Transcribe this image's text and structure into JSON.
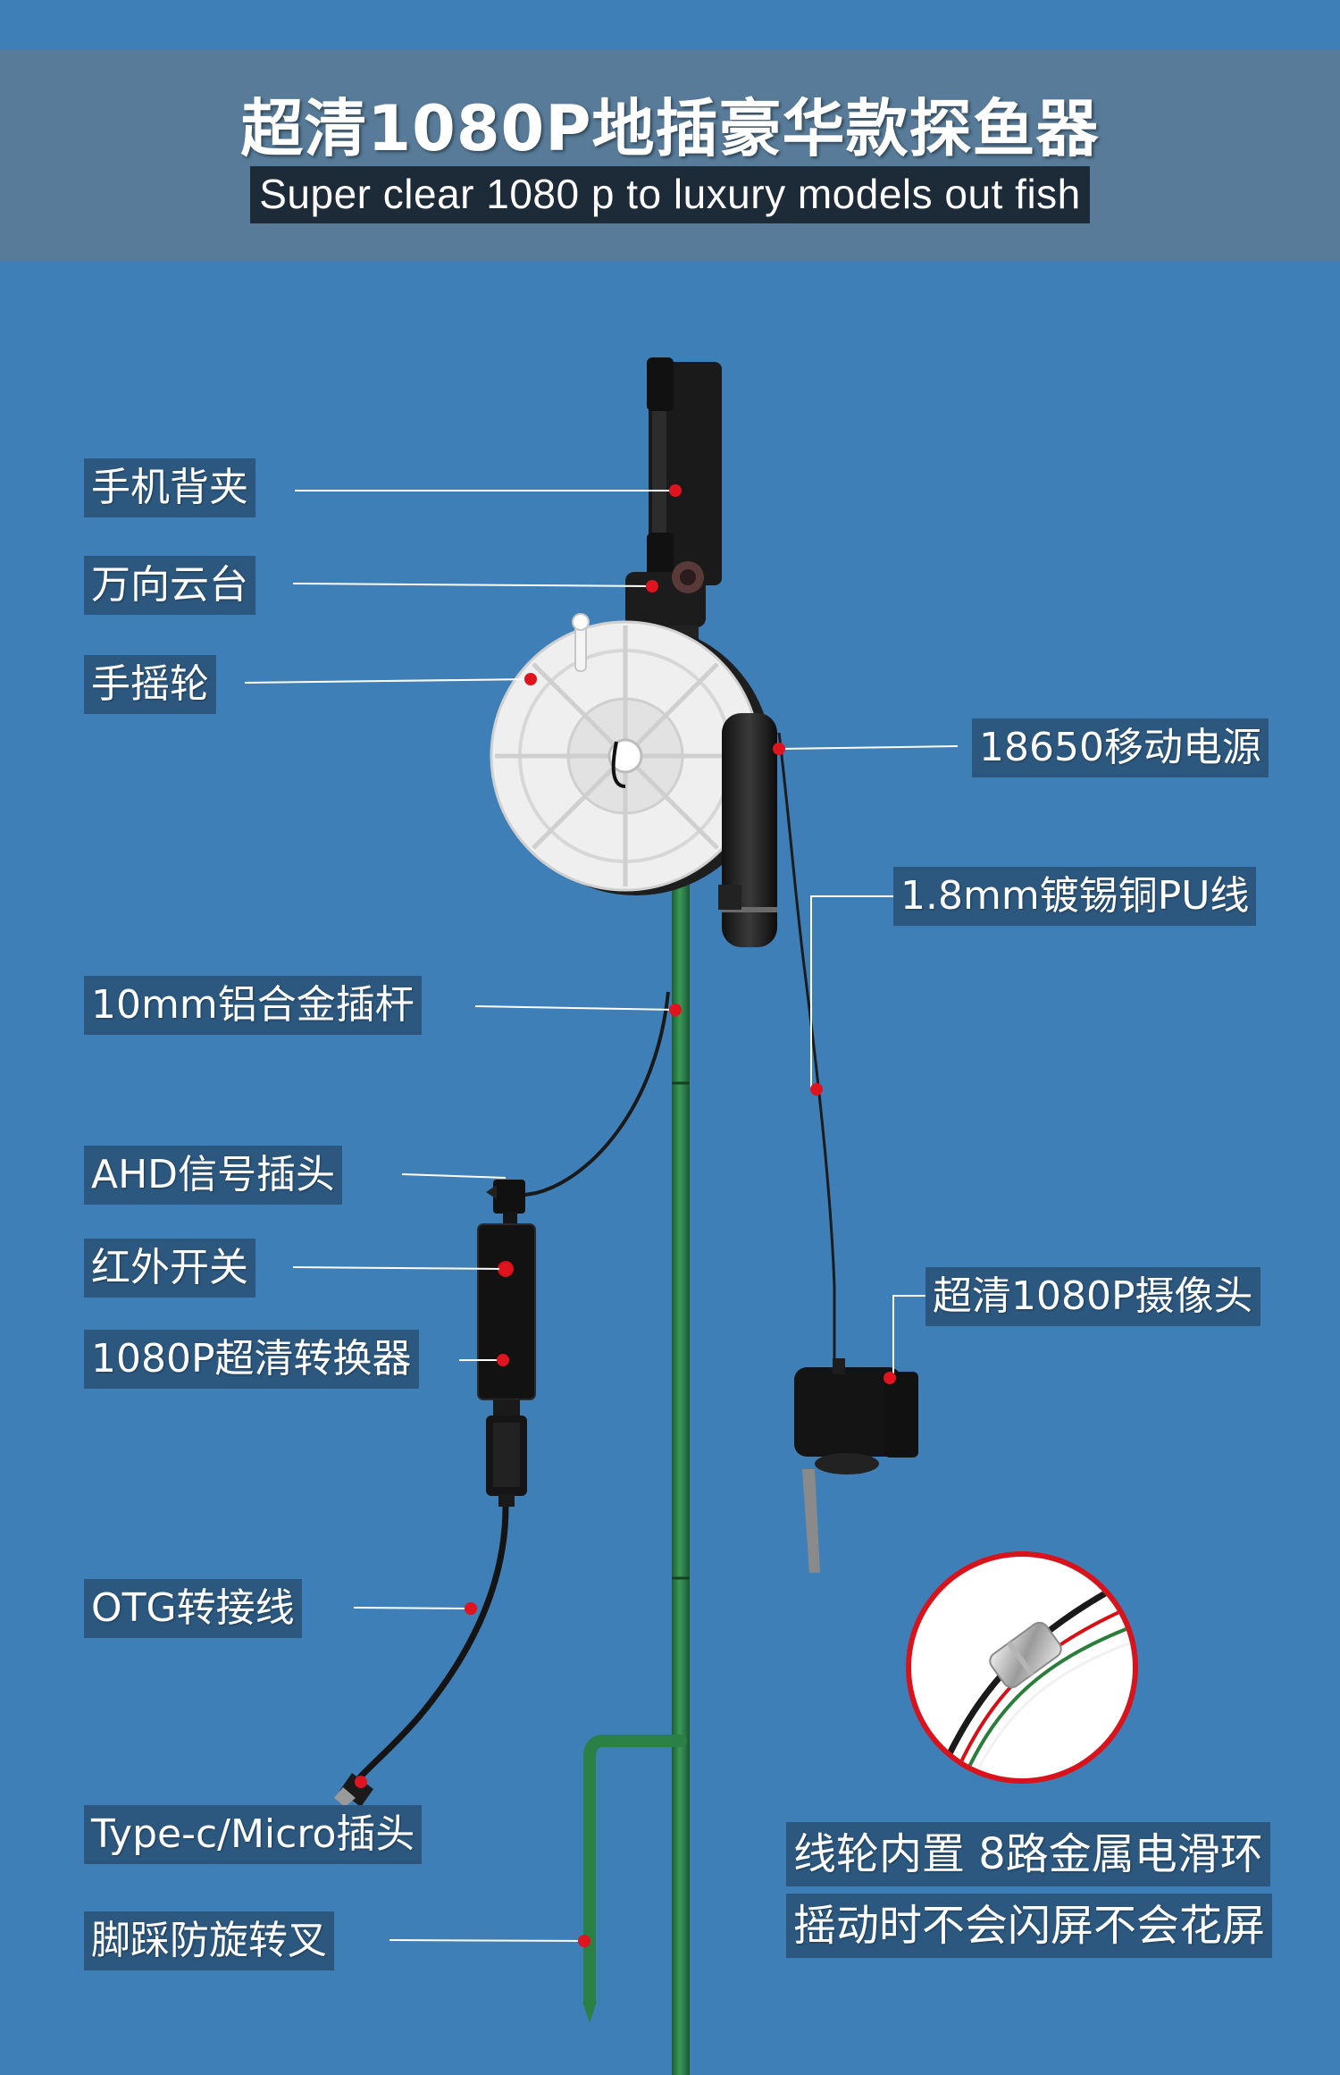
{
  "header": {
    "title": "超清1080P地插豪华款探鱼器",
    "subtitle": "Super clear 1080 p to luxury models out fish"
  },
  "callouts": {
    "phone_clip": "手机背夹",
    "universal_mount": "万向云台",
    "hand_reel": "手摇轮",
    "power_bank": "18650移动电源",
    "pu_cable": "1.8mm镀锡铜PU线",
    "pole": "10mm铝合金插杆",
    "ahd_plug": "AHD信号插头",
    "ir_switch": "红外开关",
    "converter": "1080P超清转换器",
    "camera": "超清1080P摄像头",
    "otg_cable": "OTG转接线",
    "plug": "Type-c/Micro插头",
    "foot_fork": "脚踩防旋转叉"
  },
  "slip_ring_note": {
    "line1": "线轮内置 8路金属电滑环",
    "line2": "摇动时不会闪屏不会花屏"
  },
  "colors": {
    "background": "#3f7fb8",
    "banner": "#577b98",
    "label_bg": "#2c587f",
    "marker": "#e0141e",
    "pole_green": "#2f8a4a"
  }
}
